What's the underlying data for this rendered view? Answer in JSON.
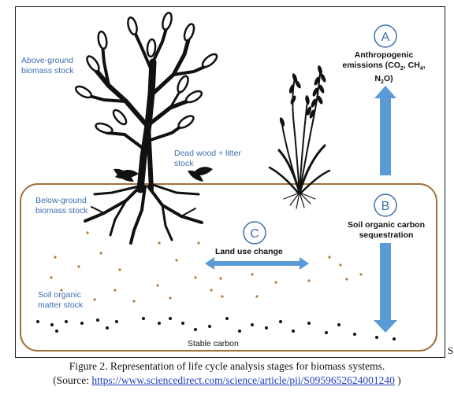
{
  "labels": {
    "above_ground": [
      "Above-ground",
      "biomass stock"
    ],
    "dead_wood": [
      "Dead wood + litter",
      "stock"
    ],
    "below_ground": [
      "Below-ground",
      "biomass stock"
    ],
    "soil_om": [
      "Soil organic",
      "matter stock"
    ],
    "stable_carbon": "Stable carbon",
    "anthropogenic": [
      "Anthropogenic",
      "emissions (CO",
      "2",
      ", CH",
      "4",
      ",",
      "N",
      "2",
      "O)"
    ],
    "soil_carbon": [
      "Soil organic carbon",
      "sequestration"
    ],
    "land_use": "Land use change"
  },
  "stage_letters": {
    "a": "A",
    "b": "B",
    "c": "C"
  },
  "side_letter": "S",
  "caption": {
    "line1": "Figure 2. Representation of life cycle analysis stages for biomass systems.",
    "prefix": "(Source: ",
    "link": "https://www.sciencedirect.com/science/article/pii/S0959652624001240",
    "suffix": " )"
  },
  "colors": {
    "label_blue": "#3d6fb0",
    "arrow_blue": "#5b9bd5",
    "soil_border": "#a0703c",
    "dots_brown": "#b07a3e",
    "dots_black": "#111111"
  },
  "icons": [
    "tree-icon",
    "grass-icon",
    "arrow-up-icon",
    "arrow-down-icon",
    "double-arrow-icon"
  ]
}
